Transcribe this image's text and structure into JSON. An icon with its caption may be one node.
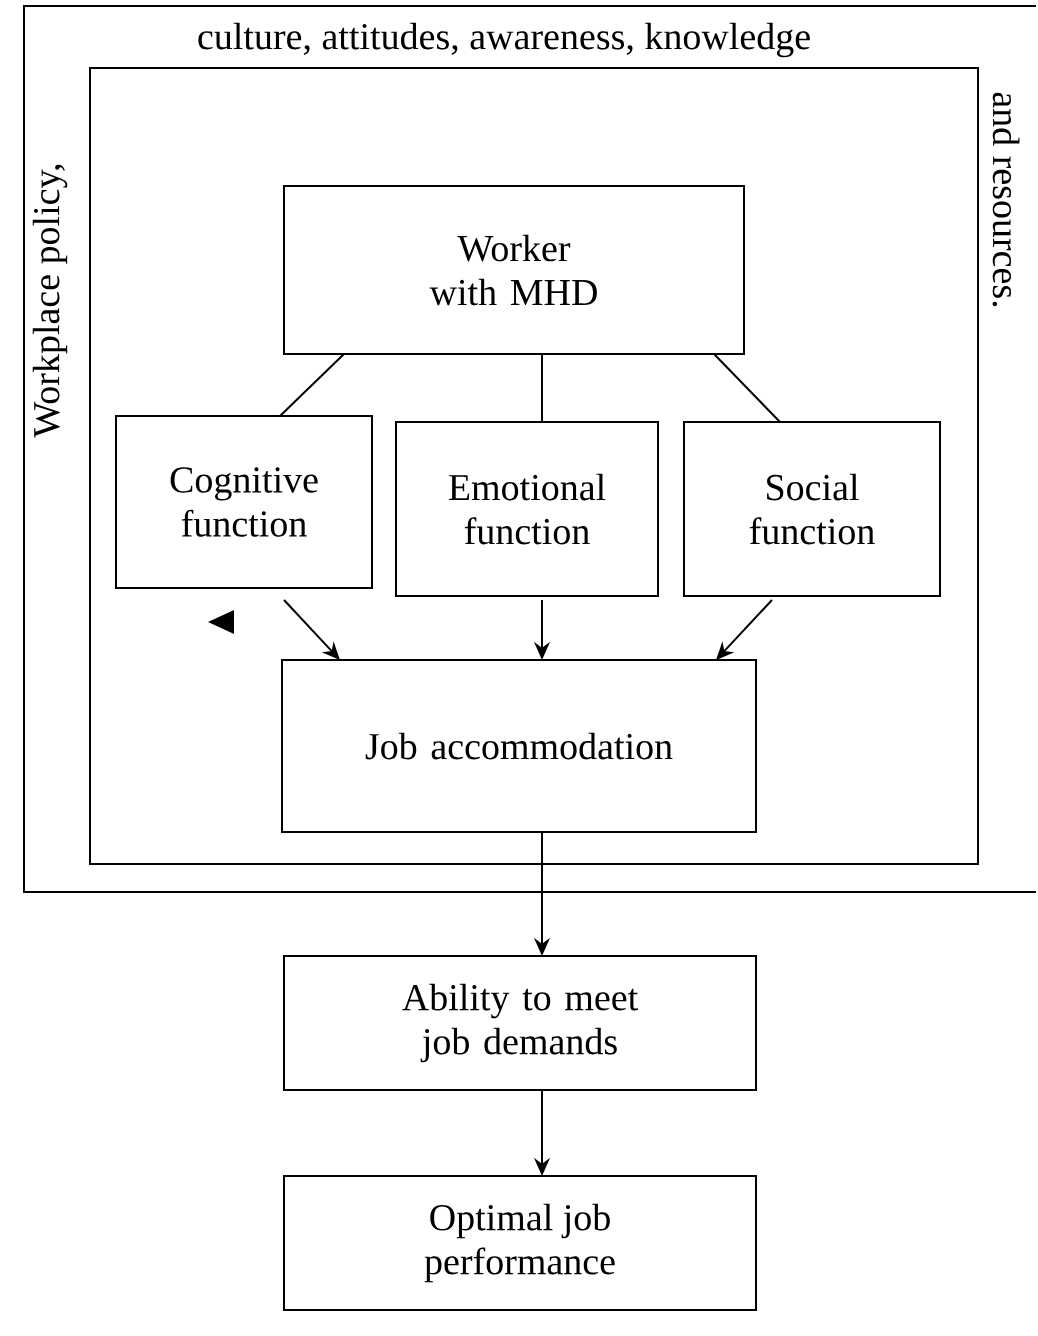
{
  "diagram": {
    "nodes": [
      {
        "text": [
          "Workplace policy,",
          "culture, attitudes, awareness, knowledge",
          "and resources."
        ]
      },
      {
        "text": [],
        "shape": "box",
        "in": 0
      },
      {
        "text": [
          "Worker with MHD"
        ],
        "in": 1
      },
      {
        "text": [
          "Cognitive function"
        ],
        "in": 1
      },
      {
        "text": [
          "Emotional function"
        ],
        "in": 1
      },
      {
        "text": [
          "Social function"
        ],
        "in": 1
      },
      {
        "text": [
          "Job accommodation"
        ],
        "in": 1
      },
      {
        "text": [
          "Ability to meet job demands"
        ]
      },
      {
        "text": [
          "Optimal job performance"
        ]
      }
    ],
    "edges": [
      {
        "from": 2,
        "to": 3,
        "arrow": "none"
      },
      {
        "from": 2,
        "to": 4,
        "arrow": "none"
      },
      {
        "from": 2,
        "to": 5,
        "arrow": "none"
      },
      {
        "from": 3,
        "to": 6,
        "arrow": "to"
      },
      {
        "from": 4,
        "to": 6,
        "arrow": "to"
      },
      {
        "from": 5,
        "to": 6,
        "arrow": "to"
      },
      {
        "from": 6,
        "to": 7,
        "arrow": "to"
      },
      {
        "from": 7,
        "to": 8,
        "arrow": "to"
      }
    ]
  }
}
